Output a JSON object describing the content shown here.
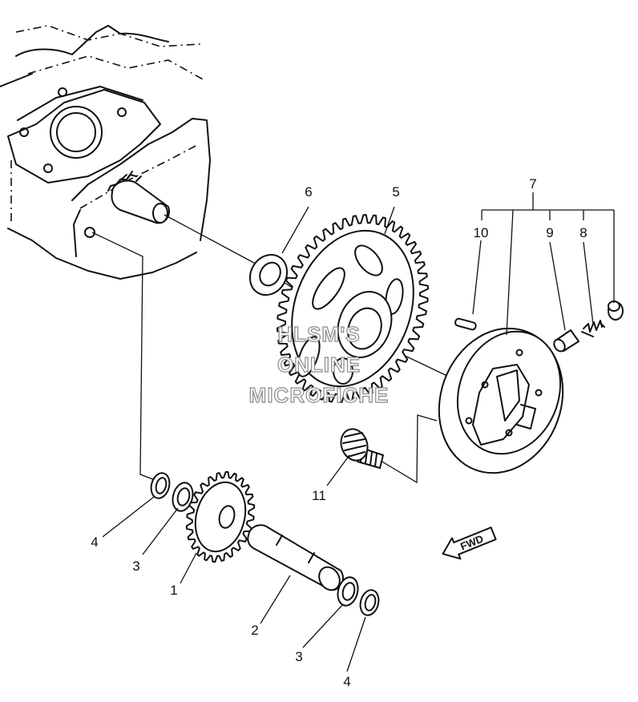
{
  "callouts": {
    "c1": "1",
    "c2": "2",
    "c3a": "3",
    "c3b": "3",
    "c4a": "4",
    "c4b": "4",
    "c5": "5",
    "c6": "6",
    "c7": "7",
    "c8": "8",
    "c9": "9",
    "c10": "10",
    "c11": "11"
  },
  "fwd_arrow": "FWD",
  "watermark": [
    "HLSM'S",
    "ONLINE",
    "MICROFICHE"
  ]
}
